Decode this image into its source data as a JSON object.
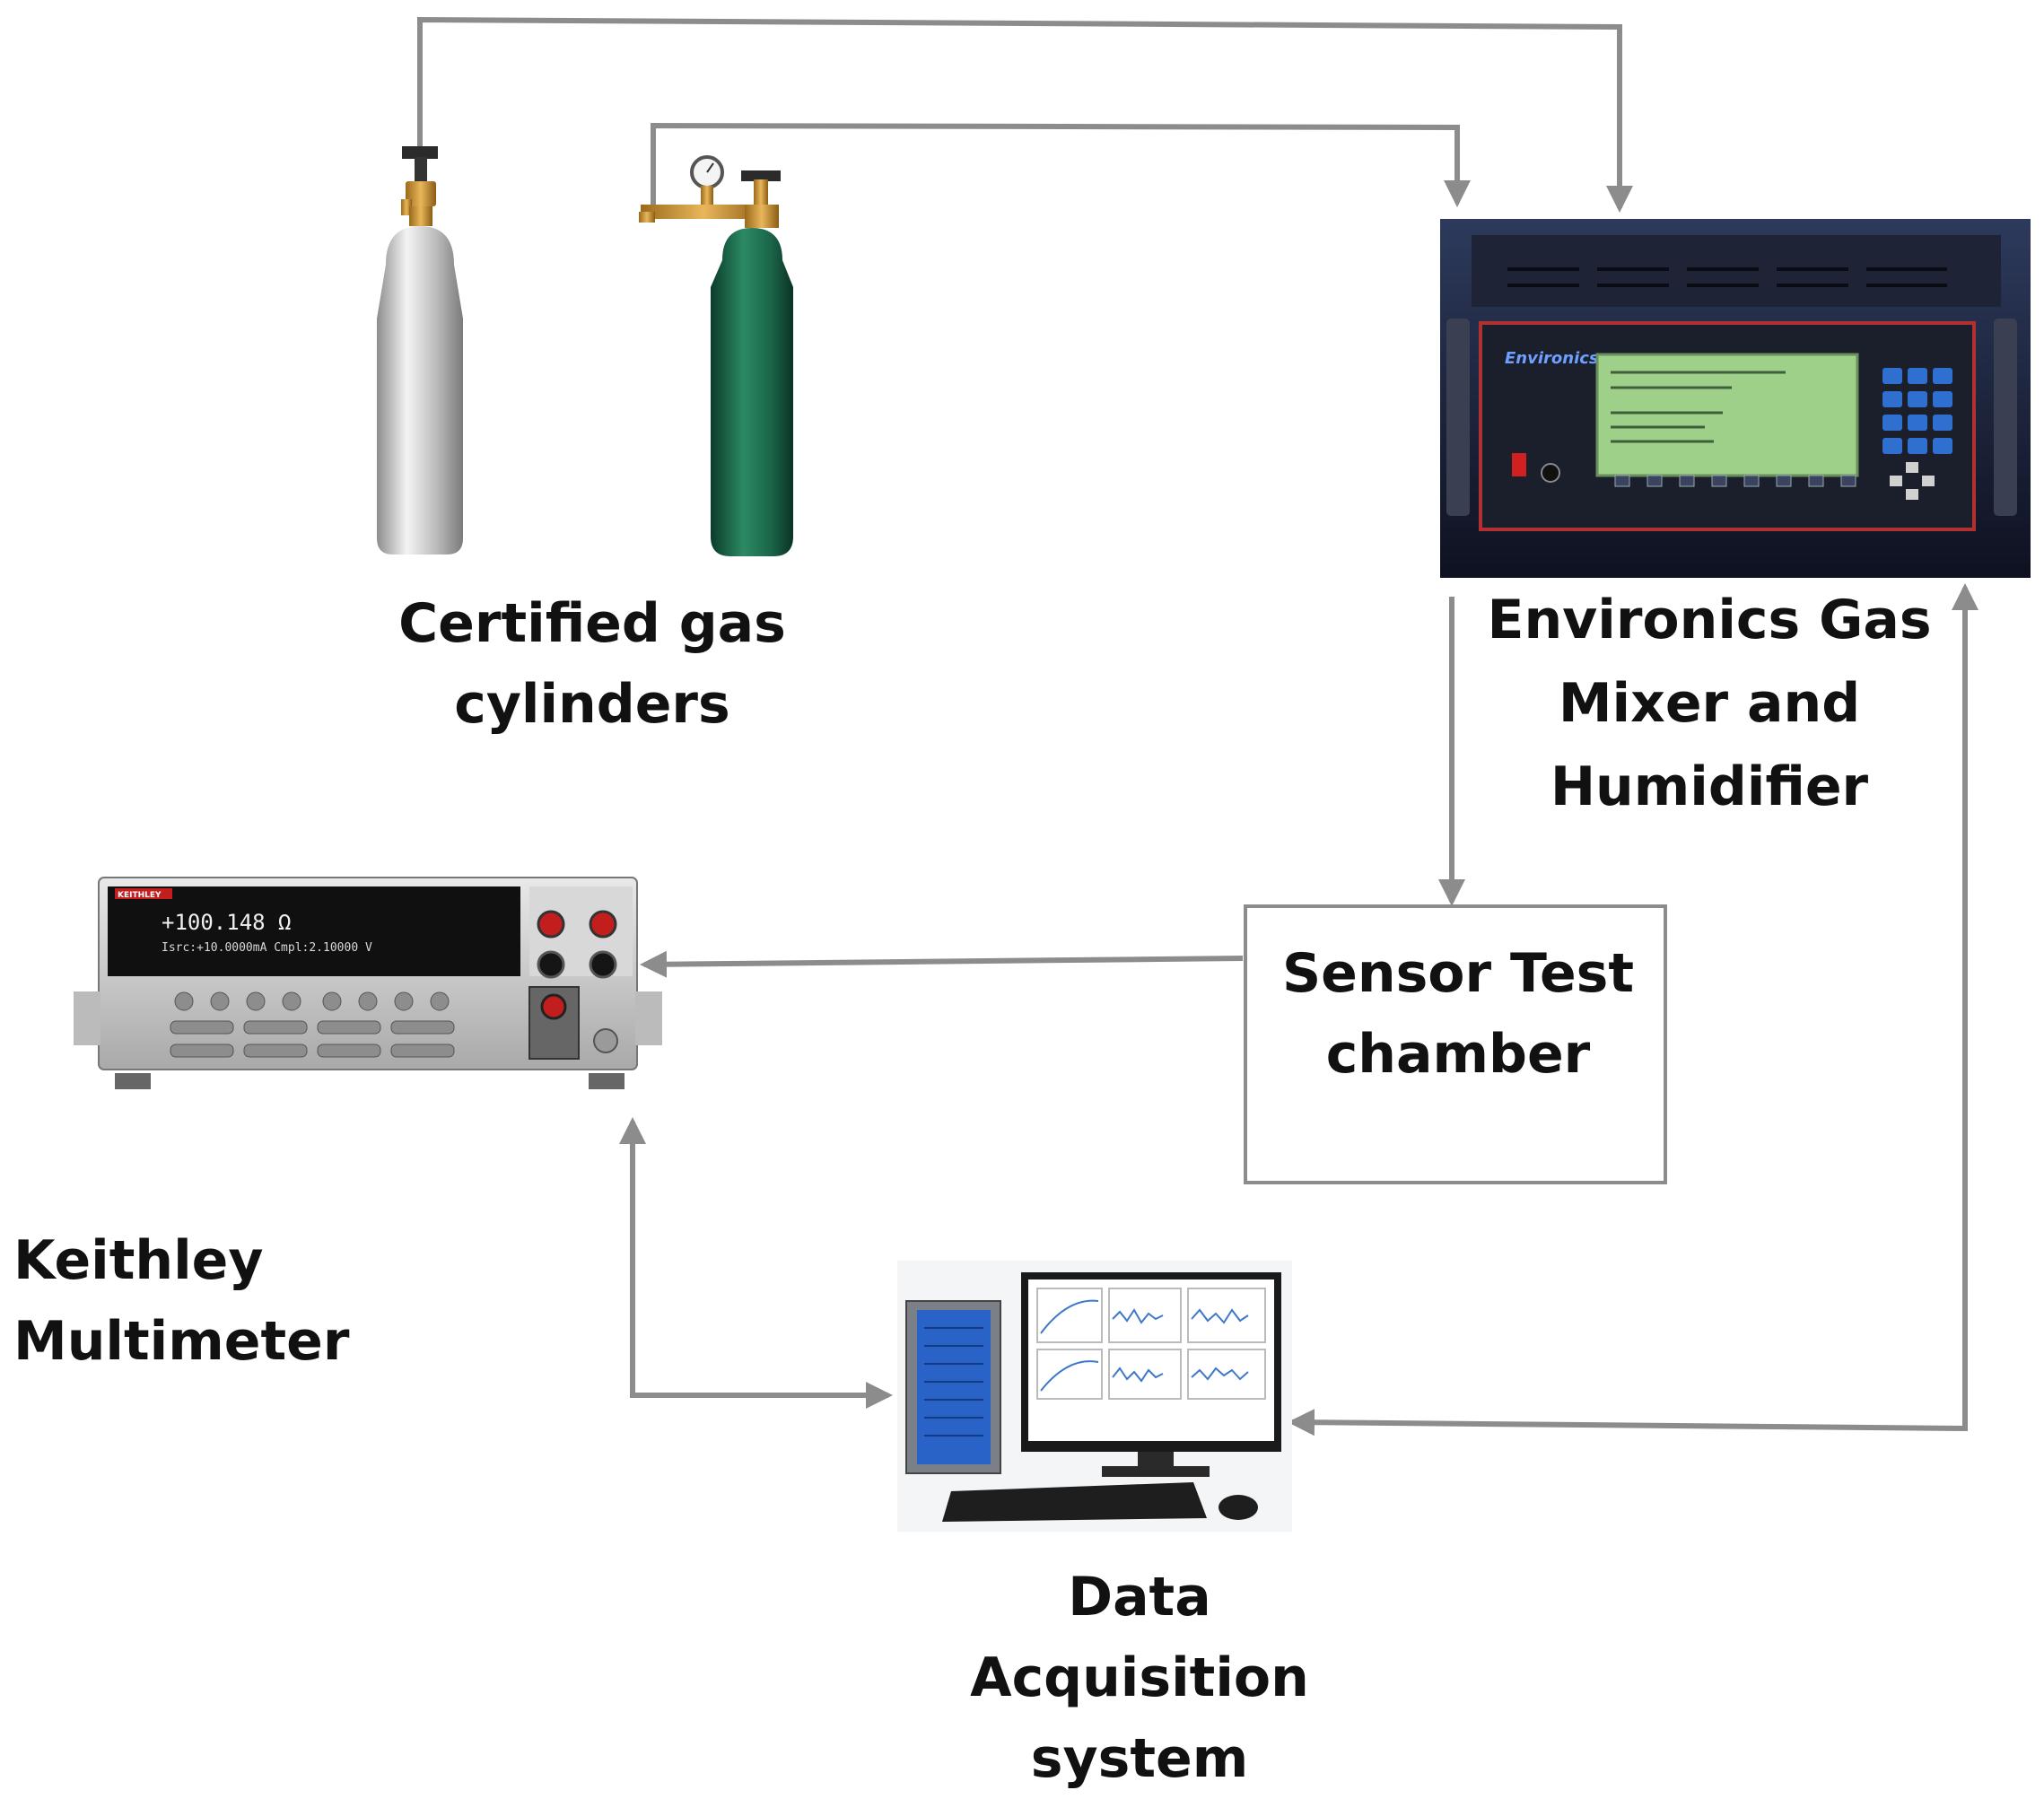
{
  "nodes": {
    "cylinders": {
      "label_lines": [
        "Certified gas cylinders"
      ]
    },
    "environics": {
      "label_lines": [
        "Environics Gas",
        "Mixer and",
        "Humidifier"
      ],
      "brand_text": "Environics"
    },
    "sensor_chamber": {
      "label_lines": [
        "Sensor Test",
        "chamber"
      ]
    },
    "keithley": {
      "label_lines": [
        "Keithley Multimeter"
      ],
      "brand_text": "KEITHLEY",
      "display_main": "+100.148 Ω",
      "display_sub": "Isrc:+10.0000mA  Cmpl:2.10000 V"
    },
    "daq": {
      "label_lines": [
        "Data Acquisition",
        "system"
      ]
    }
  },
  "colors": {
    "arrow": "#8c8c8c",
    "cylinder_silver": "#c8c8c8",
    "cylinder_green": "#1f6b4e",
    "mixer_body": "#1a1e2e",
    "mixer_screen": "#9fd08a",
    "keypad_blue": "#2f6fd0"
  }
}
